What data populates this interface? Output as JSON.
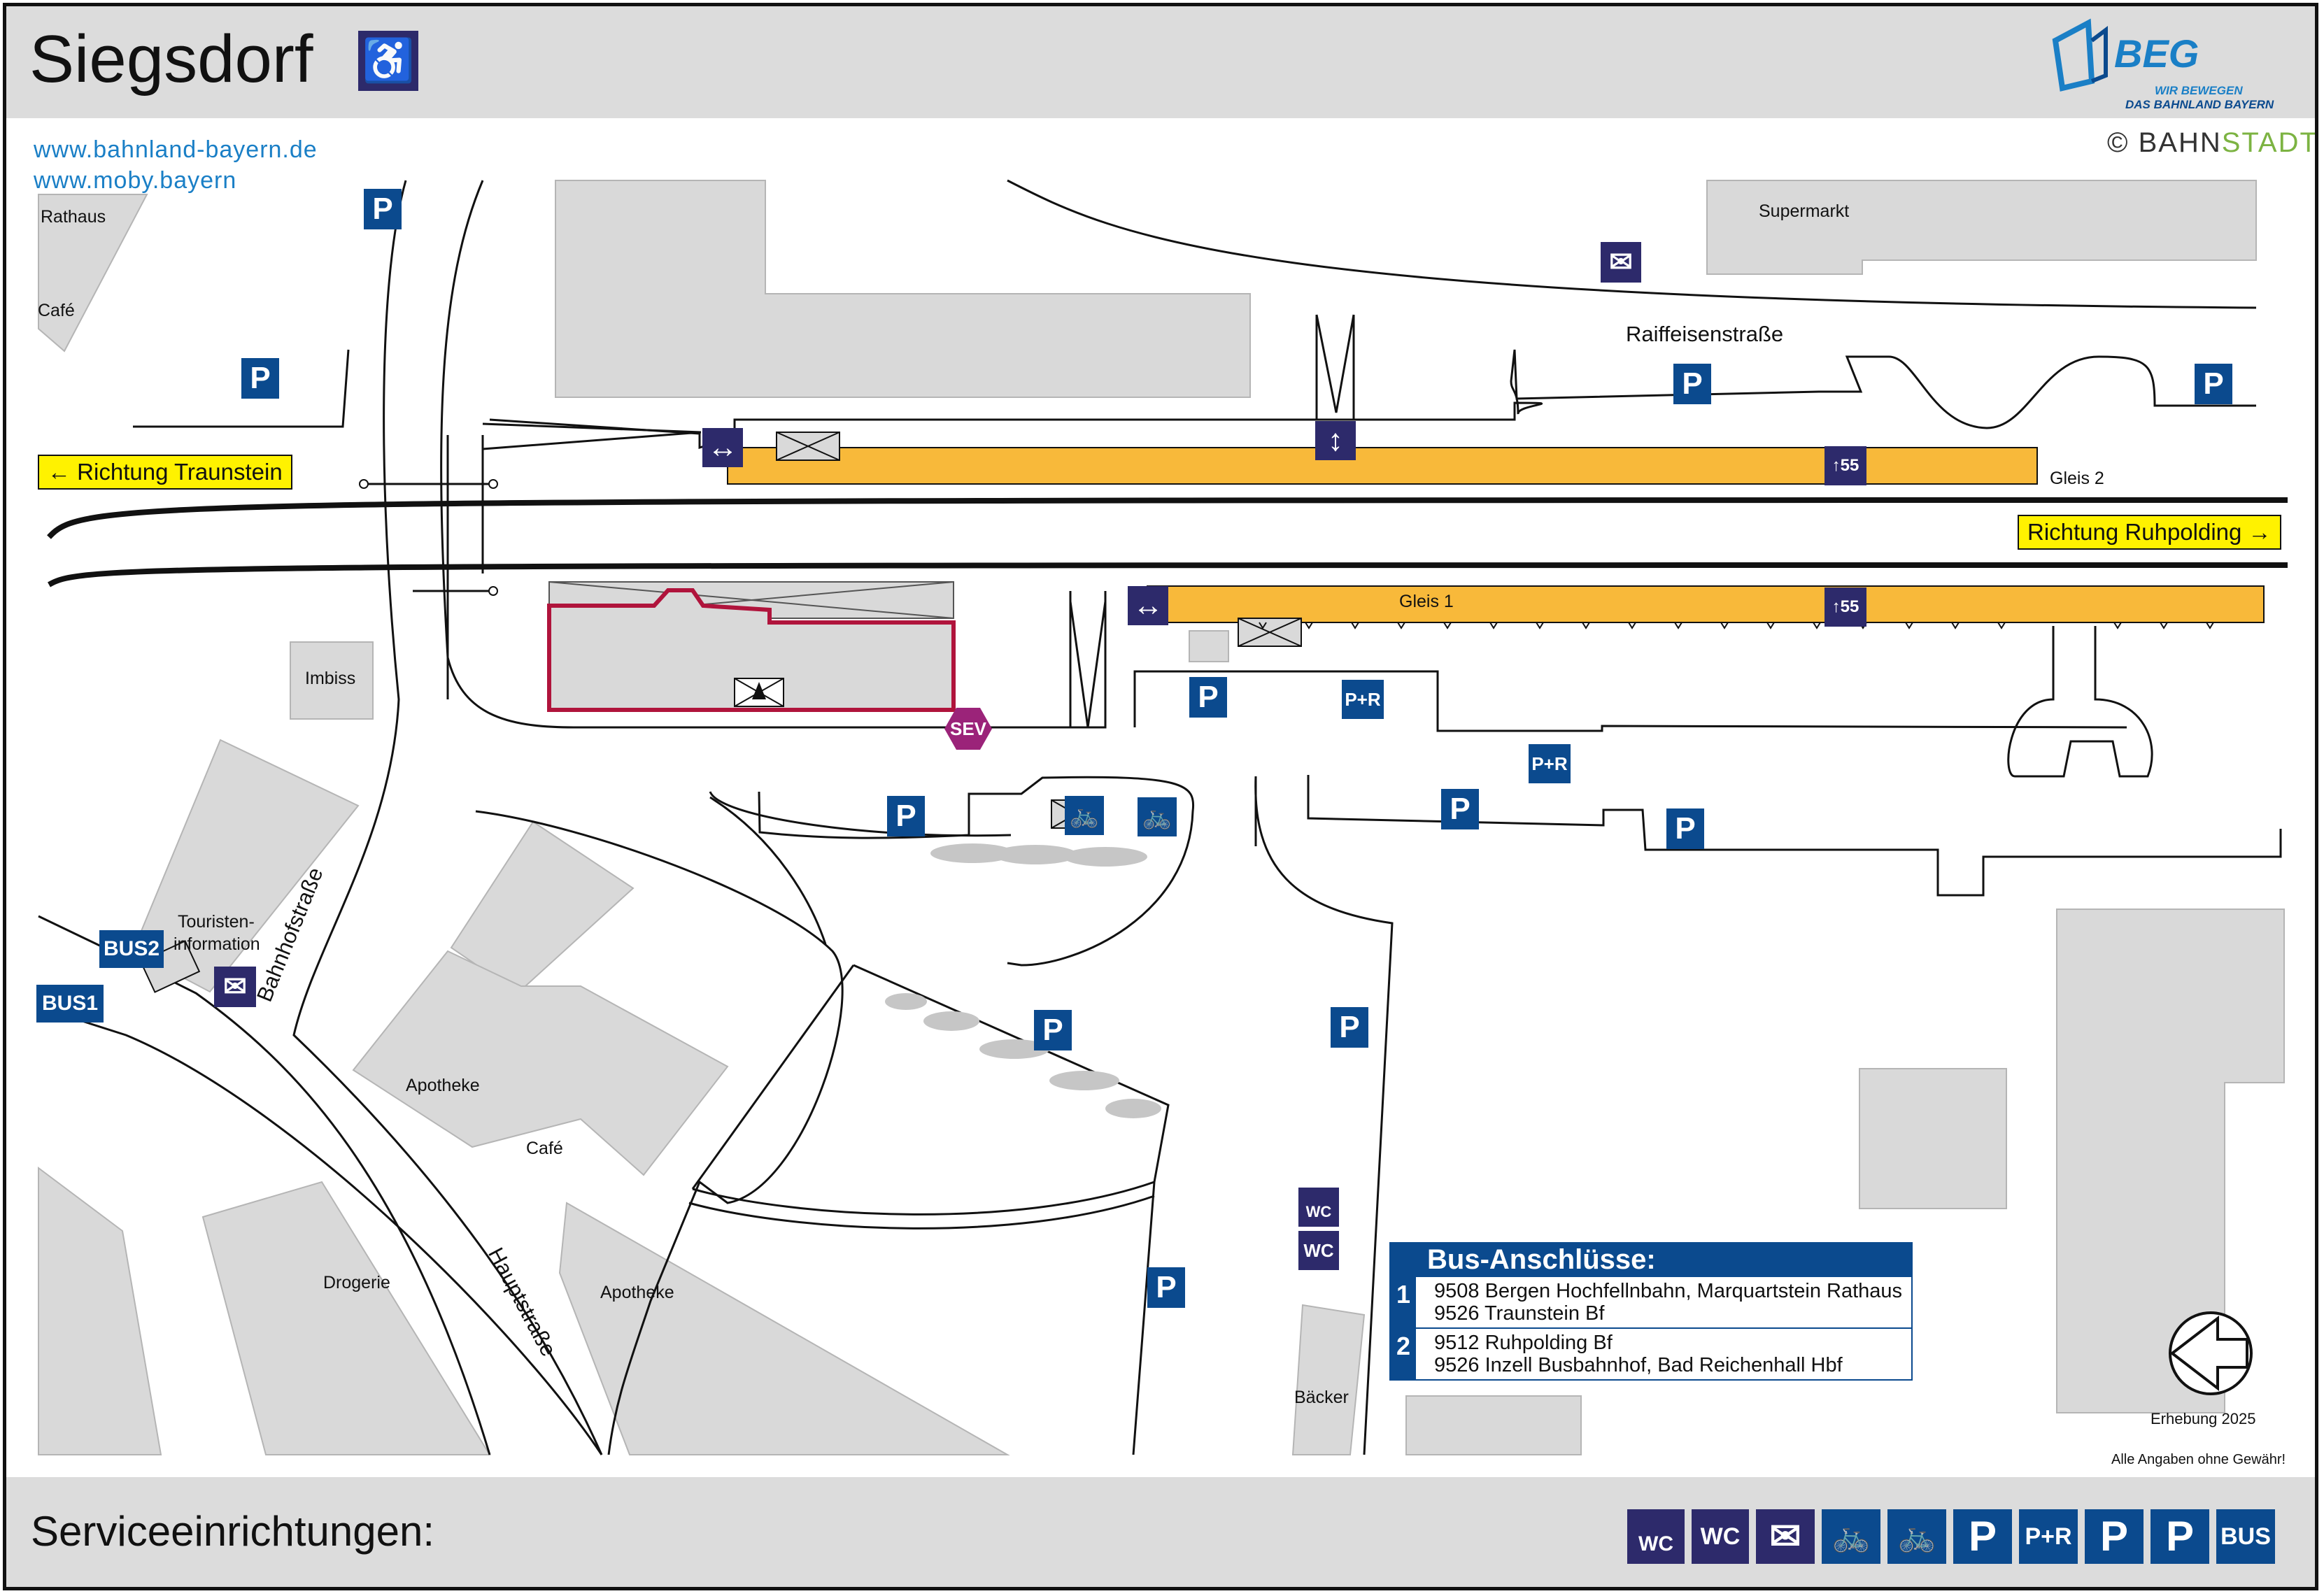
{
  "header": {
    "station_name": "Siegsdorf",
    "accessibility_icon": "wheelchair-icon",
    "logo_text": "BEG",
    "logo_tagline_1": "WIR BEWEGEN",
    "logo_tagline_2": "DAS BAHNLAND BAYERN"
  },
  "links": {
    "link1": "www.bahnland-bayern.de",
    "link2": "www.moby.bayern"
  },
  "copyright": {
    "symbol": "©",
    "part1": "BAHN",
    "part2": "STADT"
  },
  "directions": {
    "left": "Richtung Traunstein",
    "right": "Richtung Ruhpolding",
    "left_arrow": "←",
    "right_arrow": "→"
  },
  "tracks": {
    "gleis1": "Gleis 1",
    "gleis2": "Gleis 2",
    "platform_height_1": "55",
    "platform_height_2": "55"
  },
  "places": {
    "rathaus": "Rathaus",
    "cafe_top": "Café",
    "supermarkt": "Supermarkt",
    "raiffeisenstrasse": "Raiffeisenstraße",
    "imbiss": "Imbiss",
    "touristinfo_1": "Touristen-",
    "touristinfo_2": "information",
    "bahnhofstrasse": "Bahnhofstraße",
    "apotheke_1": "Apotheke",
    "cafe_mid": "Café",
    "drogerie": "Drogerie",
    "hauptstrasse": "Hauptstraße",
    "apotheke_2": "Apotheke",
    "baecker": "Bäcker"
  },
  "icons": {
    "parking": "P",
    "park_ride": "P+R",
    "bus": "BUS",
    "bus_stop_1": "1",
    "bus_stop_2": "2",
    "wc": "WC",
    "sev": "SEV"
  },
  "bus_connections": {
    "title": "Bus-Anschlüsse:",
    "rows": [
      {
        "stop": "1",
        "line1": "9508 Bergen Hochfellnbahn, Marquartstein Rathaus",
        "line2": "9526 Traunstein Bf"
      },
      {
        "stop": "2",
        "line1": "9512 Ruhpolding Bf",
        "line2": "9526 Inzell Busbahnhof, Bad Reichenhall Hbf"
      }
    ]
  },
  "survey": "Erhebung 2025",
  "disclaimer": "Alle Angaben ohne Gewähr!",
  "footer": {
    "title": "Serviceeinrichtungen:",
    "legend": [
      "wc-accessible-icon",
      "wc-icon",
      "mail-icon",
      "bike-box-icon",
      "bike-icon",
      "parking-icon",
      "park-ride-icon",
      "parking-time-icon",
      "ev-charging-icon",
      "bus-icon"
    ],
    "wc": "WC",
    "p": "P",
    "pr": "P+R",
    "bus": "BUS"
  },
  "colors": {
    "platform": "#f8b93a",
    "route_red": "#b0143c",
    "service_blue": "#0b4a8e",
    "service_dark": "#2d2a6b",
    "sev_purple": "#9b2379",
    "direction_yellow": "#fff200",
    "building_grey": "#d9d9d9"
  }
}
